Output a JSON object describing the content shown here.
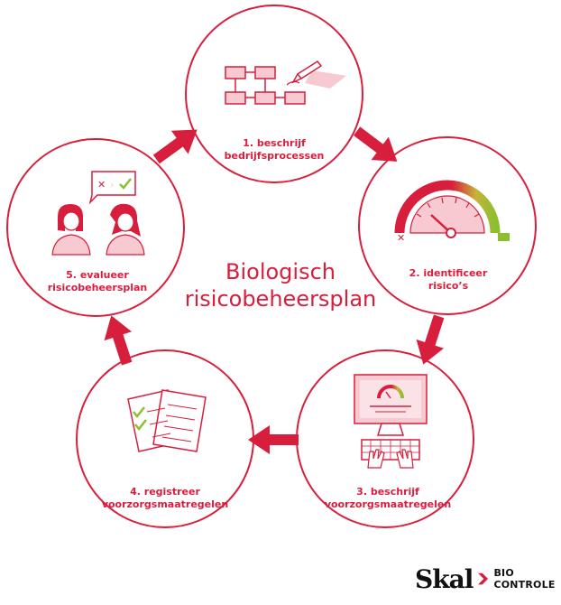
{
  "title": {
    "line1": "Biologisch",
    "line2": "risicobeheersplan"
  },
  "steps": [
    {
      "line1": "1. beschrijf",
      "line2": "bedrijfsprocessen"
    },
    {
      "line1": "2. identificeer",
      "line2": "risico’s"
    },
    {
      "line1": "3. beschrijf",
      "line2": "voorzorgsmaatregelen"
    },
    {
      "line1": "4. registreer",
      "line2": "voorzorgsmaatregelen"
    },
    {
      "line1": "5. evalueer",
      "line2": "risicobeheersplan"
    }
  ],
  "logo": {
    "word": "Skal",
    "subtitle": "BIO CONTROLE"
  },
  "colors": {
    "primary": "#d81e3d",
    "light": "#f7c9d0",
    "green": "#8cbf2f",
    "black": "#111111"
  },
  "icons": [
    "flowchart-icon",
    "pen-icon",
    "gauge-icon",
    "computer-icon",
    "keyboard-icon",
    "checklist-icon",
    "people-icon",
    "speech-bubble-icon"
  ]
}
